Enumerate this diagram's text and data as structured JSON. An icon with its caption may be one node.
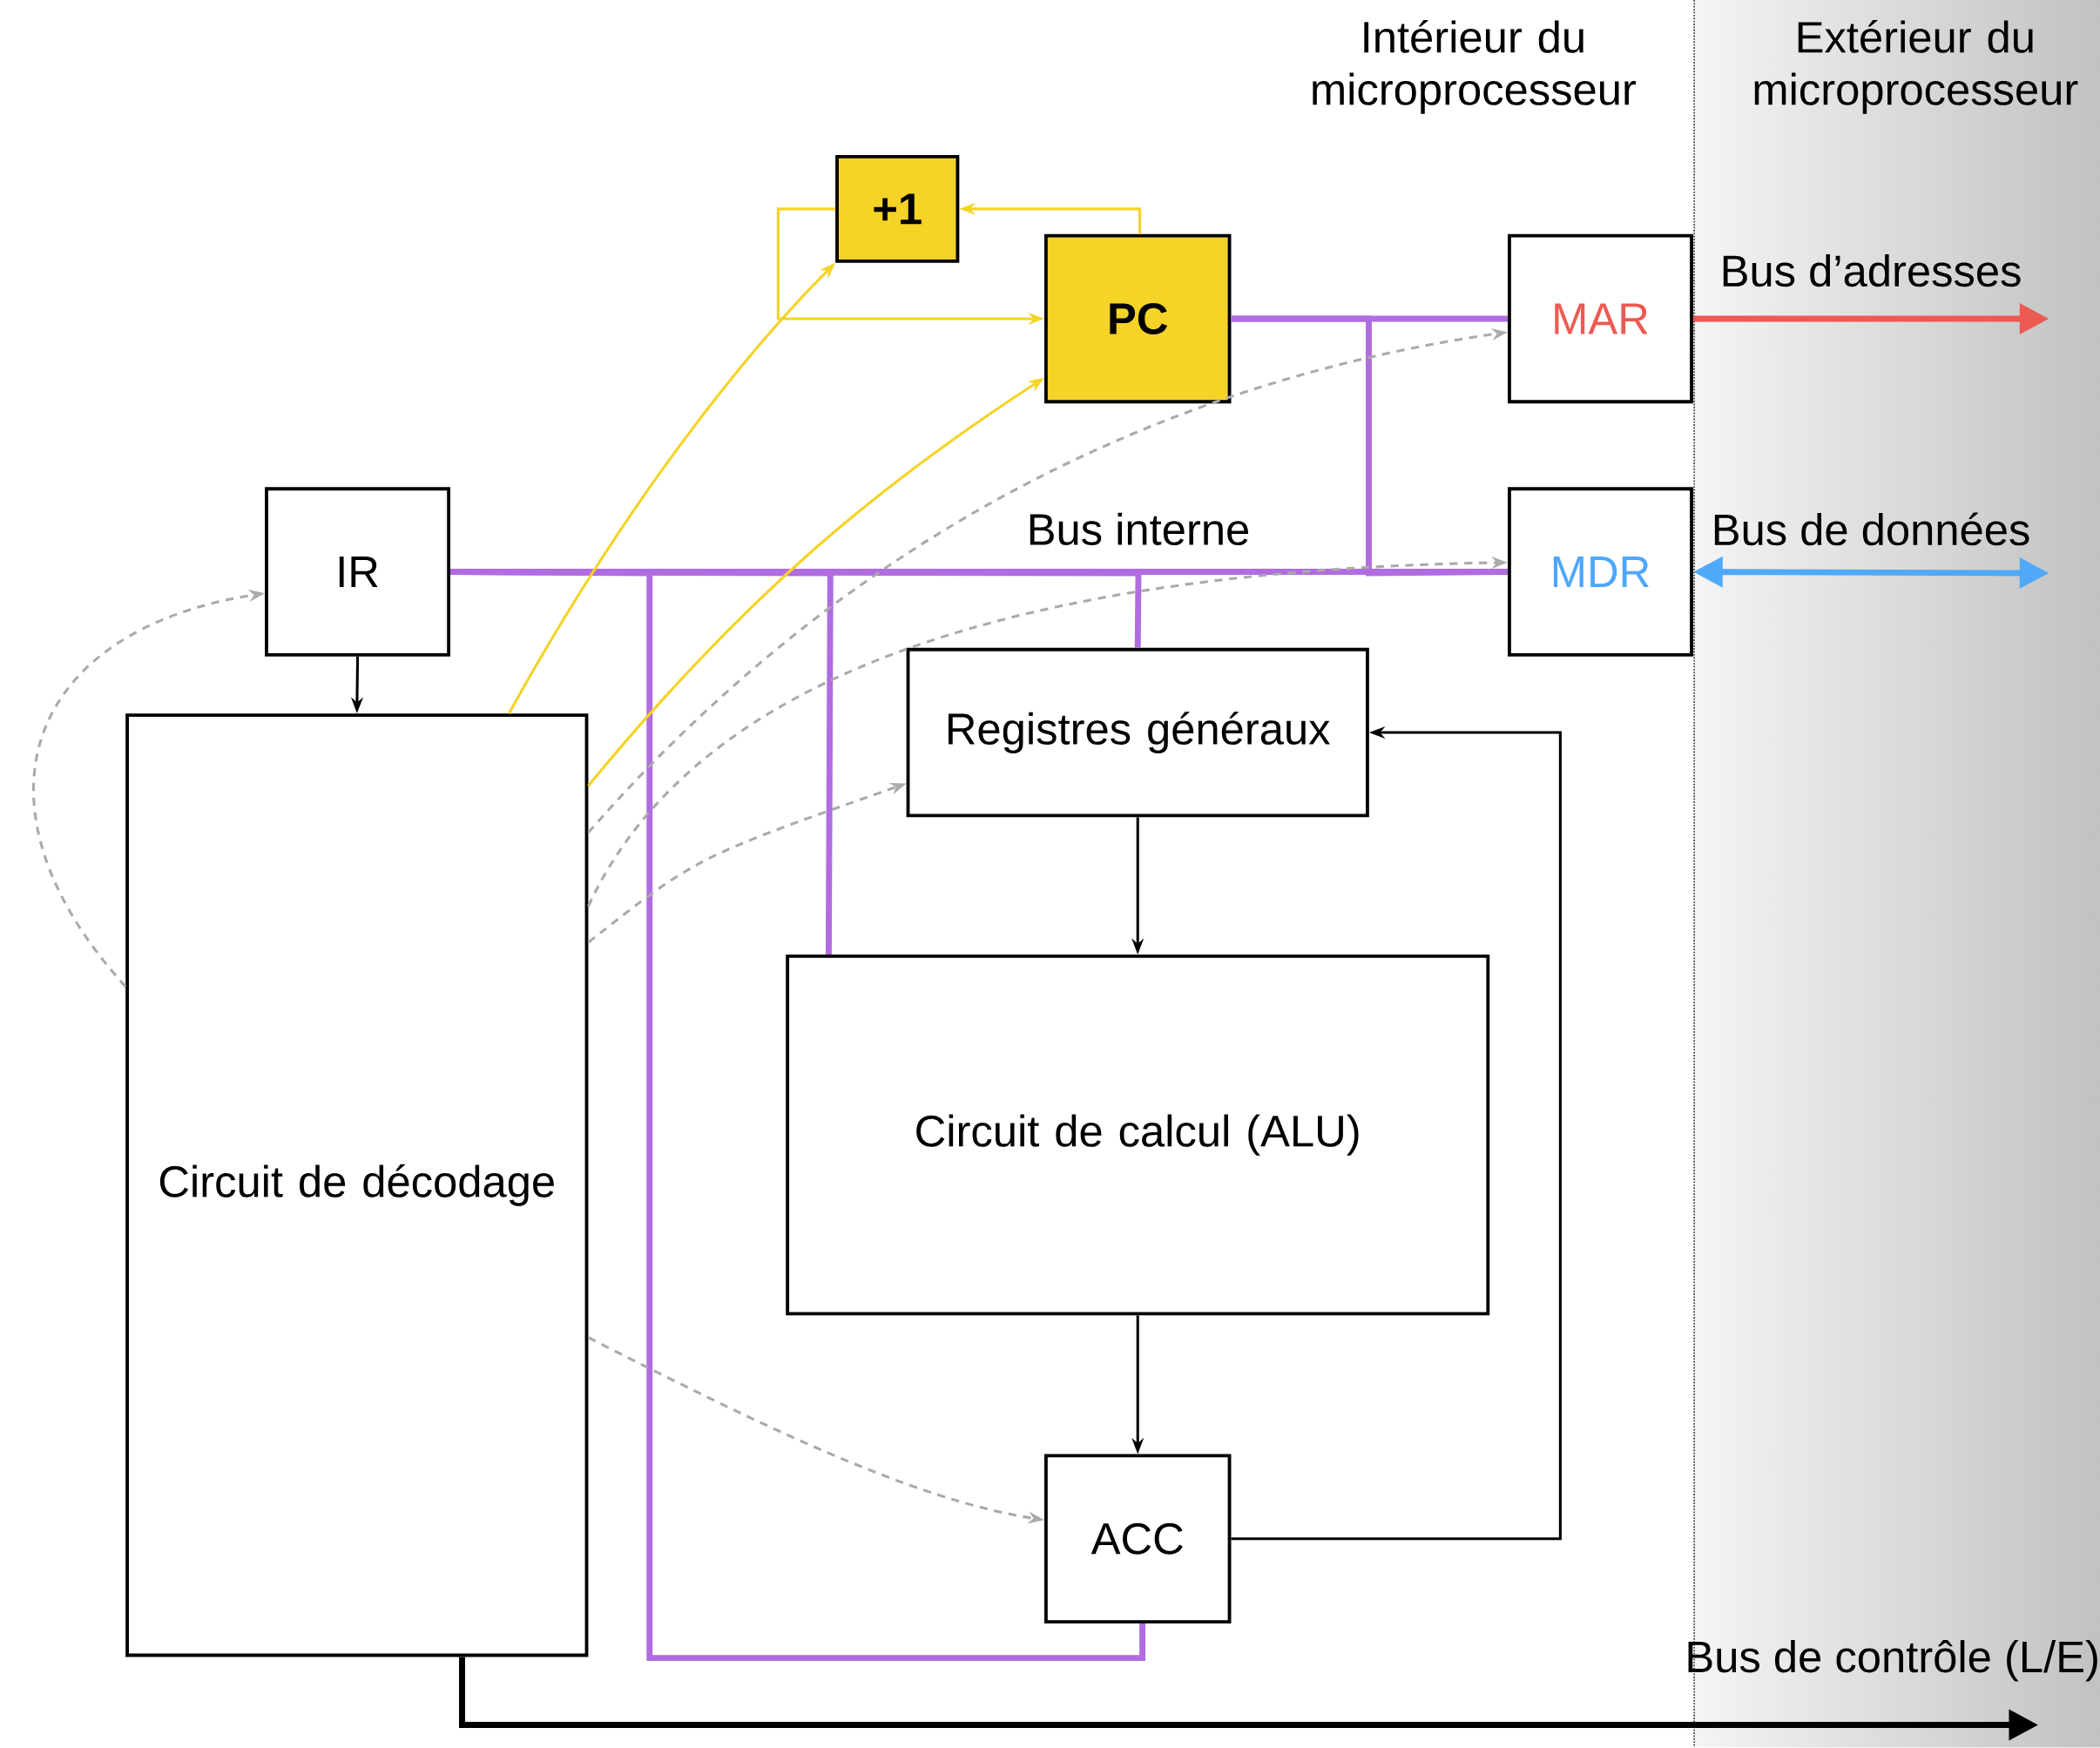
{
  "diagram": {
    "nodes": [
      {
        "text": [
          "+1"
        ]
      },
      {
        "text": [
          "PC"
        ]
      },
      {
        "text": [
          "MAR"
        ]
      },
      {
        "text": [
          "IR"
        ]
      },
      {
        "text": [
          "MDR"
        ]
      },
      {
        "text": [
          "Registres généraux"
        ]
      },
      {
        "text": [
          "Circuit de décodage"
        ]
      },
      {
        "text": [
          "Circuit de calcul (ALU)"
        ]
      },
      {
        "text": [
          "ACC"
        ]
      }
    ],
    "edges": [
      {
        "from": 1,
        "to": 2,
        "arrow": "none",
        "style": "thick",
        "color": "#b06ce0"
      },
      {
        "from": 3,
        "to": 4,
        "arrow": "none",
        "style": "thick",
        "color": "#b06ce0",
        "label": "Bus interne"
      },
      {
        "from": 1,
        "to": 4,
        "arrow": "none",
        "style": "thick",
        "color": "#b06ce0"
      },
      {
        "from": 3,
        "to": 5,
        "arrow": "none",
        "style": "thick",
        "color": "#b06ce0"
      },
      {
        "from": 3,
        "to": 7,
        "arrow": "none",
        "style": "thick",
        "color": "#b06ce0"
      },
      {
        "from": 3,
        "to": 8,
        "arrow": "none",
        "style": "thick",
        "color": "#b06ce0"
      },
      {
        "from": 2,
        "to": null,
        "arrow": "to",
        "style": "thick",
        "color": "#ec5a52",
        "label": "Bus d’adresses"
      },
      {
        "from": 4,
        "to": null,
        "arrow": "both",
        "style": "thick",
        "color": "#50a8f8",
        "label": "Bus de données"
      },
      {
        "from": 6,
        "to": null,
        "arrow": "to",
        "style": "thick",
        "color": "#000000",
        "label": "Bus de contrôle (L/E)"
      },
      {
        "from": 1,
        "to": 0,
        "arrow": "to",
        "color": "#f5d327"
      },
      {
        "from": 0,
        "to": 1,
        "arrow": "to",
        "color": "#f5d327"
      },
      {
        "from": 6,
        "to": 0,
        "arrow": "to",
        "color": "#f5d327"
      },
      {
        "from": 6,
        "to": 1,
        "arrow": "to",
        "color": "#f5d327"
      },
      {
        "from": 3,
        "to": 6,
        "arrow": "to",
        "color": "#000000"
      },
      {
        "from": 5,
        "to": 7,
        "arrow": "to",
        "color": "#000000"
      },
      {
        "from": 7,
        "to": 8,
        "arrow": "to",
        "color": "#000000"
      },
      {
        "from": 8,
        "to": 5,
        "arrow": "to",
        "color": "#000000"
      },
      {
        "from": 6,
        "to": 3,
        "arrow": "to",
        "style": "dashed",
        "color": "#aaaaaa"
      },
      {
        "from": 6,
        "to": 2,
        "arrow": "to",
        "style": "dashed",
        "color": "#aaaaaa"
      },
      {
        "from": 6,
        "to": 4,
        "arrow": "to",
        "style": "dashed",
        "color": "#aaaaaa"
      },
      {
        "from": 6,
        "to": 5,
        "arrow": "to",
        "style": "dashed",
        "color": "#aaaaaa"
      },
      {
        "from": 6,
        "to": 8,
        "arrow": "to",
        "style": "dashed",
        "color": "#aaaaaa"
      }
    ],
    "labels": [
      "Intérieur du microprocesseur",
      "Extérieur du microprocesseur"
    ]
  }
}
